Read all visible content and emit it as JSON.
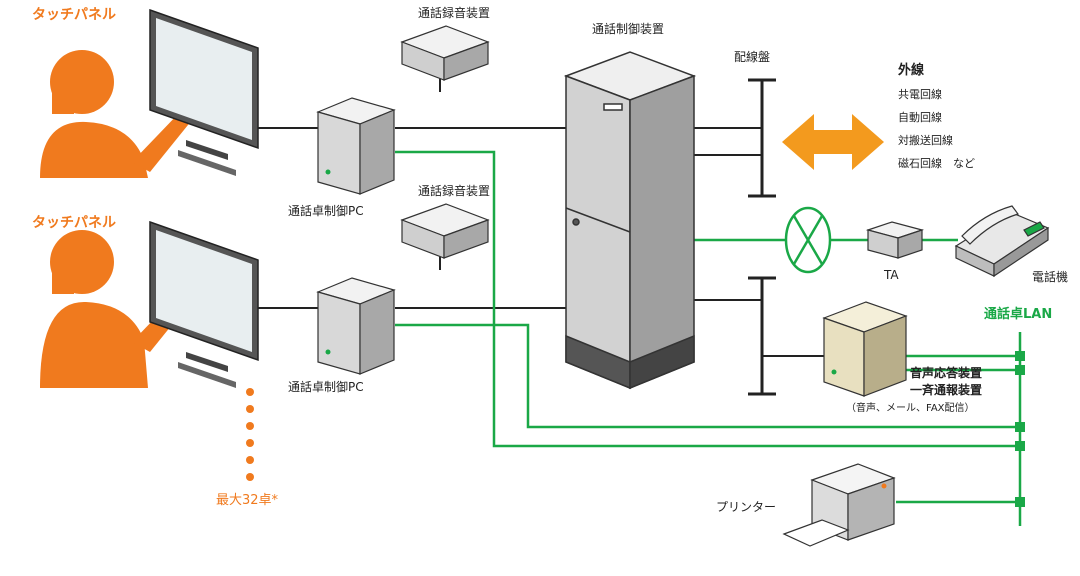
{
  "labels": {
    "touch_panel_1": "タッチパネル",
    "touch_panel_2": "タッチパネル",
    "recorder_1": "通話録音装置",
    "recorder_2": "通話録音装置",
    "control_pc_1": "通話卓制御PC",
    "control_pc_2": "通話卓制御PC",
    "max_desks": "最大32卓*",
    "call_controller": "通話制御装置",
    "distribution_board": "配線盤",
    "external_lines_title": "外線",
    "external_lines": [
      "共電回線",
      "自動回線",
      "対搬送回線",
      "磁石回線　など"
    ],
    "ta": "TA",
    "telephone": "電話機",
    "lan": "通話卓LAN",
    "ivr_line1": "音声応答装置",
    "ivr_line2": "一斉通報装置",
    "ivr_note": "（音声、メール、FAX配信）",
    "printer": "プリンター"
  },
  "colors": {
    "orange": "#f07a1e",
    "green": "#1aa847",
    "line_black": "#222222",
    "device_gray": "#dcdcdc",
    "device_dark": "#9a9a9a"
  }
}
